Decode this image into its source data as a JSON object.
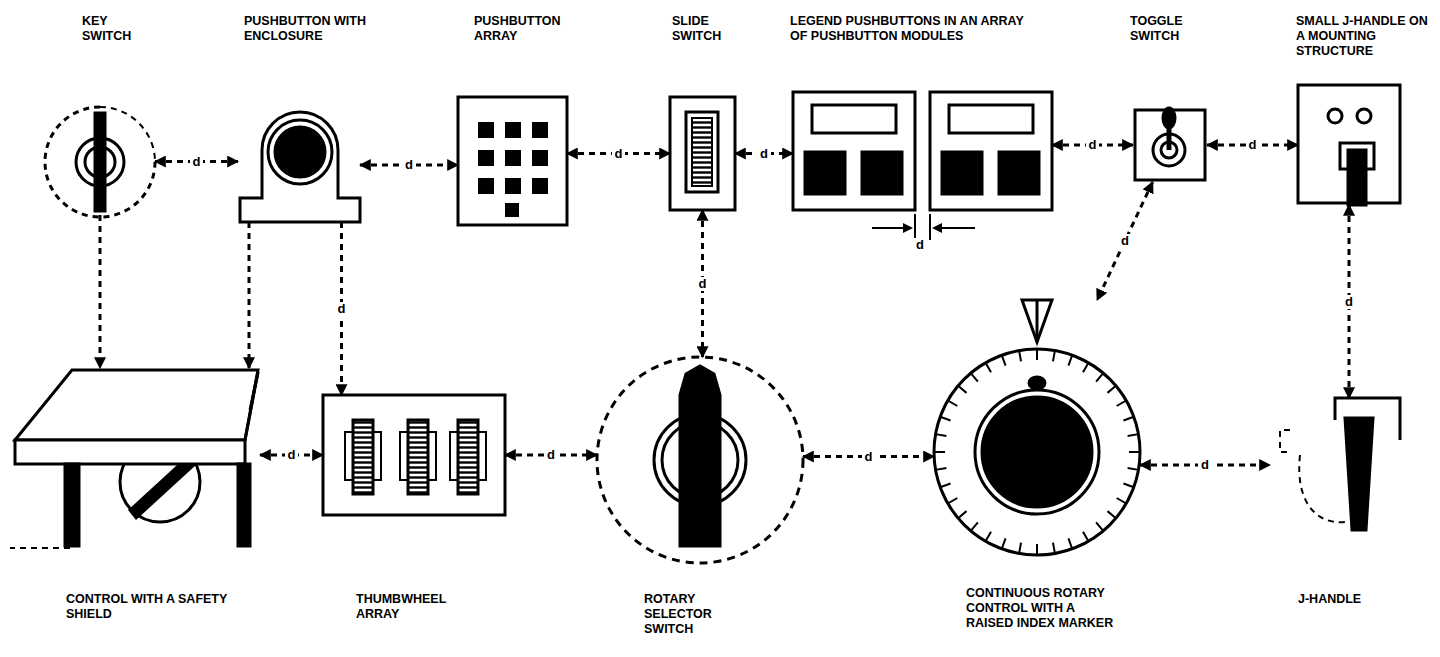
{
  "diagram": {
    "nodes": [
      {
        "text": [
          "KEY SWITCH"
        ]
      },
      {
        "text": [
          "PUSHBUTTON WITH ENCLOSURE"
        ]
      },
      {
        "text": [
          "PUSHBUTTON ARRAY"
        ]
      },
      {
        "text": [
          "SLIDE SWITCH"
        ]
      },
      {
        "text": [
          "LEGEND PUSHBUTTONS IN AN ARRAY OF PUSHBUTTON MODULES"
        ]
      },
      {
        "text": [
          "TOGGLE SWITCH"
        ]
      },
      {
        "text": [
          "SMALL J-HANDLE ON A MOUNTING STRUCTURE"
        ]
      },
      {
        "text": [
          "CONTROL WITH A SAFETY SHIELD"
        ]
      },
      {
        "text": [
          "THUMBWHEEL ARRAY"
        ]
      },
      {
        "text": [
          "ROTARY SELECTOR SWITCH"
        ]
      },
      {
        "text": [
          "CONTINUOUS ROTARY CONTROL WITH A RAISED INDEX MARKER"
        ]
      },
      {
        "text": [
          "J-HANDLE"
        ]
      }
    ],
    "edges": [
      {
        "from": 0,
        "to": 1,
        "label": "d",
        "arrow": "both"
      },
      {
        "from": 1,
        "to": 2,
        "label": "d",
        "arrow": "both"
      },
      {
        "from": 2,
        "to": 3,
        "label": "d",
        "arrow": "both"
      },
      {
        "from": 3,
        "to": 4,
        "label": "d",
        "arrow": "both"
      },
      {
        "from": 4,
        "to": 5,
        "label": "d",
        "arrow": "both"
      },
      {
        "from": 5,
        "to": 6,
        "label": "d",
        "arrow": "both"
      },
      {
        "from": 0,
        "to": 7,
        "arrow": "to"
      },
      {
        "from": 1,
        "to": 7,
        "arrow": "to"
      },
      {
        "from": 1,
        "to": 8,
        "label": "d",
        "arrow": "to"
      },
      {
        "from": 3,
        "to": 9,
        "label": "d",
        "arrow": "both"
      },
      {
        "from": 5,
        "to": 10,
        "label": "d",
        "arrow": "both"
      },
      {
        "from": 6,
        "to": 11,
        "label": "d",
        "arrow": "both"
      },
      {
        "from": 7,
        "to": 8,
        "label": "d",
        "arrow": "both"
      },
      {
        "from": 8,
        "to": 9,
        "label": "d",
        "arrow": "both"
      },
      {
        "from": 9,
        "to": 10,
        "label": "d",
        "arrow": "both"
      },
      {
        "from": 10,
        "to": 11,
        "label": "d",
        "arrow": "both"
      }
    ],
    "labels": [
      "d"
    ]
  }
}
